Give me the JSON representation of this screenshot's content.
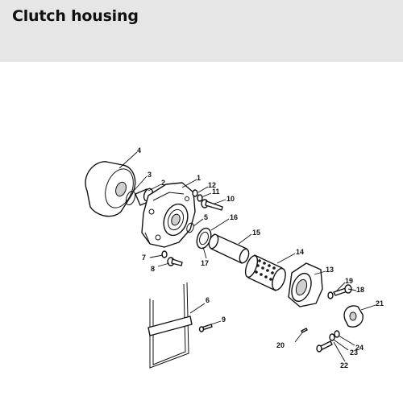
{
  "header": {
    "title": "Clutch housing"
  },
  "diagram": {
    "callouts": [
      "1",
      "2",
      "3",
      "4",
      "5",
      "6",
      "7",
      "8",
      "9",
      "10",
      "11",
      "12",
      "13",
      "14",
      "15",
      "16",
      "17",
      "18",
      "19",
      "20",
      "21",
      "22",
      "23",
      "24"
    ]
  }
}
